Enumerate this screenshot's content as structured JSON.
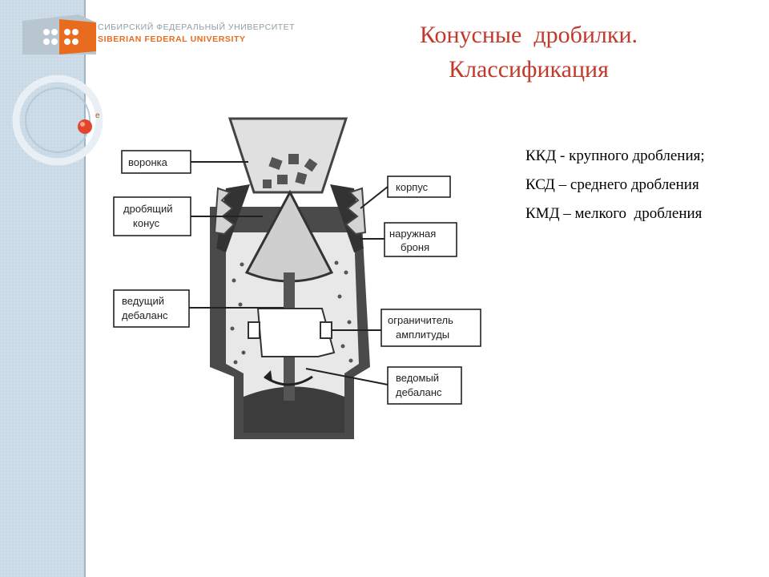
{
  "header": {
    "university_ru": "СИБИРСКИЙ ФЕДЕРАЛЬНЫЙ УНИВЕРСИТЕТ",
    "university_en": "SIBERIAN FEDERAL UNIVERSITY"
  },
  "slide": {
    "title_line1": "Конусные  дробилки.",
    "title_line2": "Классификация"
  },
  "classification": [
    "ККД - крупного дробления;",
    "КСД – среднего дробления",
    "КМД – мелкого  дробления"
  ],
  "diagram_labels": {
    "funnel": "воронка",
    "crushing_cone_1": "дробящий",
    "crushing_cone_2": "конус",
    "housing": "корпус",
    "outer_armor_1": "наружная",
    "outer_armor_2": "броня",
    "drive_unbalance_1": "ведущий",
    "drive_unbalance_2": "дебаланс",
    "amplitude_limiter_1": "ограничитель",
    "amplitude_limiter_2": "амплитуды",
    "driven_unbalance_1": "ведомый",
    "driven_unbalance_2": "дебаланс"
  },
  "colors": {
    "title": "#c0392b",
    "accent_orange": "#e86b1e",
    "sidebar": "#c9d9e5"
  }
}
